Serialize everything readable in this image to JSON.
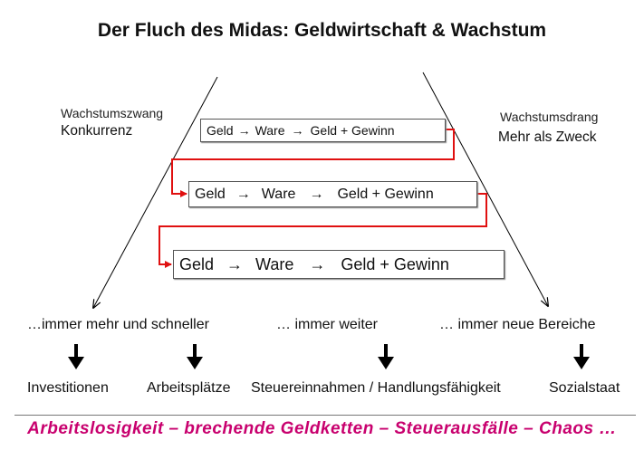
{
  "title": "Der Fluch des Midas: Geldwirtschaft & Wachstum",
  "left_label": {
    "small": "Wachstumszwang",
    "big": "Konkurrenz"
  },
  "right_label": {
    "small": "Wachstumsdrang",
    "big": "Mehr als Zweck"
  },
  "chains": [
    {
      "geld": "Geld",
      "arrow1": "→",
      "ware": "Ware",
      "arrow2": "→",
      "result": "Geld + Gewinn"
    },
    {
      "geld": "Geld",
      "arrow1": "→",
      "ware": "Ware",
      "arrow2": "→",
      "result": "Geld + Gewinn"
    },
    {
      "geld": "Geld",
      "arrow1": "→",
      "ware": "Ware",
      "arrow2": "→",
      "result": "Geld + Gewinn"
    }
  ],
  "phrases": {
    "left": "…immer mehr und schneller",
    "middle": "… immer weiter",
    "right": "… immer neue Bereiche"
  },
  "outcomes": {
    "investitionen": "Investitionen",
    "arbeitsplaetze": "Arbeitsplätze",
    "steuer": "Steuereinnahmen / Handlungsfähigkeit",
    "sozialstaat": "Sozialstaat"
  },
  "footer": "Arbeitslosigkeit – brechende Geldketten – Steuerausfälle – Chaos …",
  "colors": {
    "connector": "#e01010",
    "footer": "#c8006e",
    "text": "#111111"
  }
}
